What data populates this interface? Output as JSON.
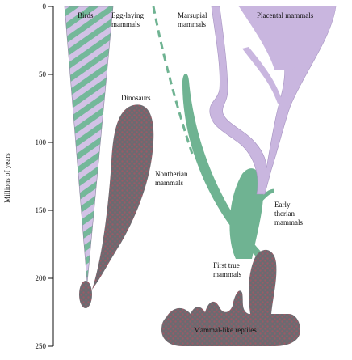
{
  "axis": {
    "label": "Millions of years",
    "ticks": [
      "0",
      "50",
      "100",
      "150",
      "200",
      "250"
    ]
  },
  "labels": {
    "birds": "Birds",
    "egg_laying_line1": "Egg-laying",
    "egg_laying_line2": "mammals",
    "marsupial_line1": "Marsupial",
    "marsupial_line2": "mammals",
    "placental": "Placental mammals",
    "dinosaurs": "Dinosaurs",
    "nontherian_line1": "Nontherian",
    "nontherian_line2": "mammals",
    "early_therian_line1": "Early",
    "early_therian_line2": "therian",
    "early_therian_line3": "mammals",
    "first_true_line1": "First true",
    "first_true_line2": "mammals",
    "mammal_like_reptiles": "Mammal-like reptiles"
  },
  "colors": {
    "lavender": "#c9b6df",
    "green": "#6fb392",
    "stripe_green": "#74b89a",
    "dark_base": "#6c6a70",
    "dark_dot": "#9b5a66"
  }
}
